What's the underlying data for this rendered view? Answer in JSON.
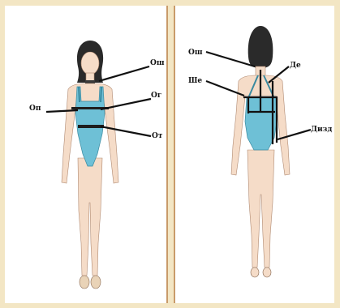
{
  "front_figure": {
    "labels": {
      "neck": "Ош",
      "chest": "Ог",
      "shoulder": "Оп",
      "waist": "От"
    }
  },
  "back_figure": {
    "labels": {
      "neck": "Ош",
      "back_length": "Де",
      "back_width": "Ше",
      "waist_length": "Дизд"
    }
  },
  "colors": {
    "frame": "#f3e6c4",
    "divider": "#c99b6a",
    "skin": "#f5dcc8",
    "swimsuit": "#6ec0d6",
    "hair": "#2a2a2a",
    "line": "#111111"
  }
}
